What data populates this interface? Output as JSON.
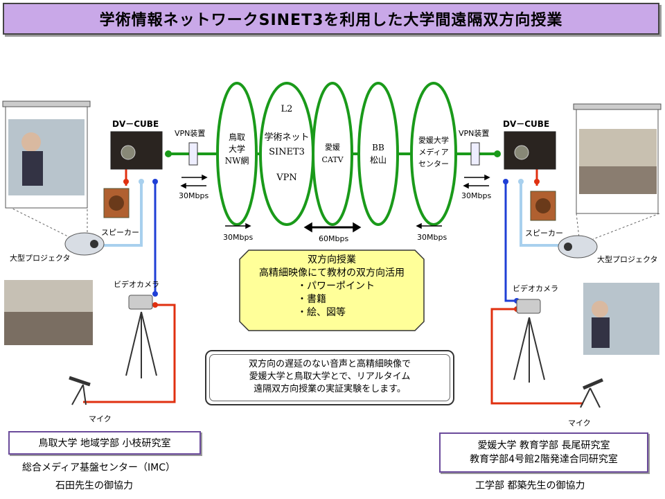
{
  "title": "学術情報ネットワークSINET3を利用した大学間遠隔双方向授業",
  "left": {
    "dvcube": "DV－CUBE",
    "vpn_device": "VPN装置",
    "speed": "30Mbps",
    "speaker": "スピーカー",
    "projector": "大型プロジェクタ",
    "camera": "ビデオカメラ",
    "mic": "マイク"
  },
  "right": {
    "dvcube": "DV－CUBE",
    "vpn_device": "VPN装置",
    "speed": "30Mbps",
    "speaker": "スピーカー",
    "projector": "大型プロジェクタ",
    "camera": "ビデオカメラ",
    "mic": "マイク"
  },
  "network": {
    "nodes": [
      {
        "lines": [
          "鳥取",
          "大学",
          "NW網"
        ]
      },
      {
        "lines": [
          "L2",
          "学術ネット",
          "SINET3",
          "VPN"
        ]
      },
      {
        "lines": [
          "愛媛",
          "CATV"
        ]
      },
      {
        "lines": [
          "BB",
          "松山"
        ]
      },
      {
        "lines": [
          "愛媛大学",
          "メディア",
          "センター"
        ]
      }
    ],
    "speed_left": "30Mbps",
    "speed_center": "60Mbps",
    "speed_right": "30Mbps"
  },
  "features": {
    "heading": "双方向授業",
    "subheading": "高精細映像にて教材の双方向活用",
    "items": [
      "・パワーポイント",
      "・書籍",
      "・絵、図等"
    ]
  },
  "note": {
    "lines": [
      "双方向の遅延のない音声と高精細映像で",
      "愛媛大学と鳥取大学とで、リアルタイム",
      "遠隔双方向授業の実証実験をします。"
    ]
  },
  "credits": {
    "left_box": "鳥取大学 地域学部 小枝研究室",
    "left_line1": "総合メディア基盤センター（IMC）",
    "left_line2": "石田先生の御協力",
    "right_box_line1": "愛媛大学 教育学部 長尾研究室",
    "right_box_line2": "教育学部4号館2階発達合同研究室",
    "right_line1": "工学部 都築先生の御協力"
  },
  "colors": {
    "title_bg": "#c9a8e8",
    "network_green": "#1a9a1a",
    "cable_blue": "#1f3fd6",
    "cable_lightblue": "#a8d0ee",
    "cable_red": "#e03010",
    "features_bg": "#ffff99"
  }
}
